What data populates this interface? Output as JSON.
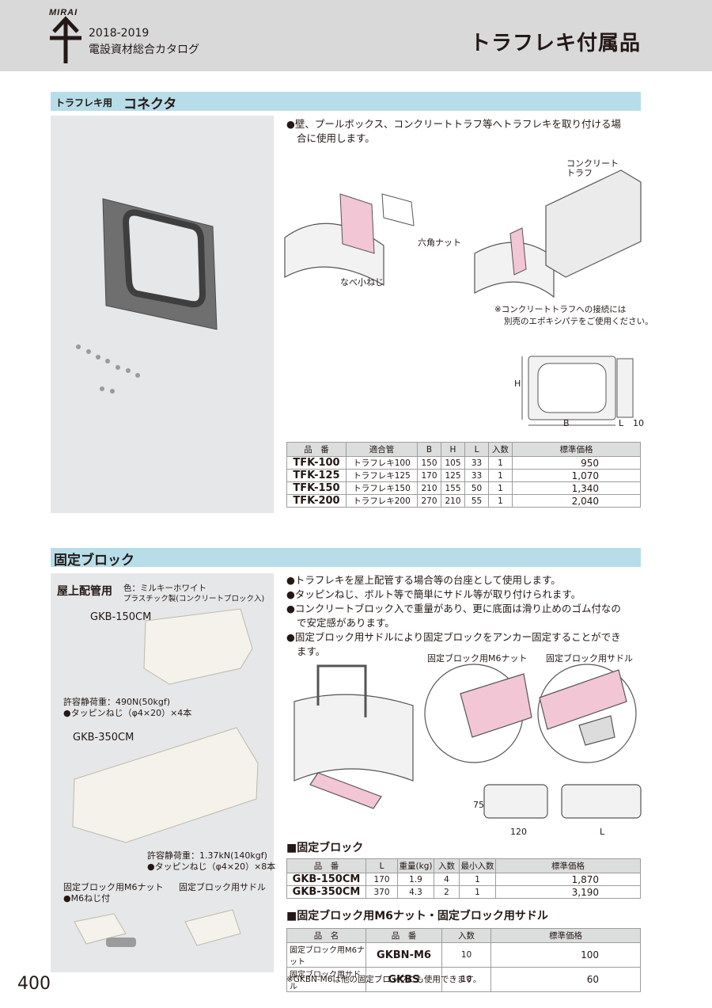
{
  "header": {
    "logo_text": "MIRAI",
    "year": "2018-2019",
    "catalog": "電設資材総合カタログ",
    "title": "トラフレキ付属品"
  },
  "connector": {
    "section_small": "トラフレキ用",
    "section_big": "コネクタ",
    "description_1": "●壁、プールボックス、コンクリートトラフ等へトラフレキを取り付ける場",
    "description_2": "合に使用します。",
    "label_trough_1": "コンクリート",
    "label_trough_2": "トラフ",
    "label_nut": "六角ナット",
    "label_screw": "なべ小ねじ",
    "note_1": "※コンクリートトラフへの接続には",
    "note_2": "別売のエポキシパテをご使用ください。",
    "dim_h": "H",
    "dim_b": "B",
    "dim_l": "L",
    "dim_10": "10",
    "table": {
      "headers": [
        "品　番",
        "適合管",
        "B",
        "H",
        "L",
        "入数",
        "標準価格"
      ],
      "rows": [
        [
          "TFK-100",
          "トラフレキ100",
          "150",
          "105",
          "33",
          "1",
          "950"
        ],
        [
          "TFK-125",
          "トラフレキ125",
          "170",
          "125",
          "33",
          "1",
          "1,070"
        ],
        [
          "TFK-150",
          "トラフレキ150",
          "210",
          "155",
          "50",
          "1",
          "1,340"
        ],
        [
          "TFK-200",
          "トラフレキ200",
          "270",
          "210",
          "55",
          "1",
          "2,040"
        ]
      ]
    }
  },
  "block": {
    "section_title": "固定ブロック",
    "roof_label": "屋上配管用",
    "color_line_1": "色：ミルキーホワイト",
    "color_line_2": "プラスチック製(コンクリートブロック入)",
    "model_1": "GKB-150CM",
    "load_1": "許容静荷重：490N(50kgf)",
    "screw_1": "●タッピンねじ（φ4×20）×4本",
    "model_2": "GKB-350CM",
    "load_2": "許容静荷重：1.37kN(140kgf)",
    "screw_2": "●タッピンねじ（φ4×20）×8本",
    "nut_label": "固定ブロック用M6ナット",
    "nut_sub": "●M6ねじ付",
    "saddle_label": "固定ブロック用サドル",
    "desc_1": "●トラフレキを屋上配管する場合等の台座として使用します。",
    "desc_2": "●タッピンねじ、ボルト等で簡単にサドル等が取り付けられます。",
    "desc_3": "●コンクリートブロック入で重量があり、更に底面は滑り止めのゴム付なの",
    "desc_4": "で安定感があります。",
    "desc_5": "●固定ブロック用サドルにより固定ブロックをアンカー固定することができ",
    "desc_6": "ます。",
    "diag_nut": "固定ブロック用M6ナット",
    "diag_saddle": "固定ブロック用サドル",
    "dim_75": "75",
    "dim_120": "120",
    "dim_l": "L",
    "table1_title": "■固定ブロック",
    "table1": {
      "headers": [
        "品　番",
        "L",
        "重量(kg)",
        "入数",
        "最小入数",
        "標準価格"
      ],
      "rows": [
        [
          "GKB-150CM",
          "170",
          "1.9",
          "4",
          "1",
          "1,870"
        ],
        [
          "GKB-350CM",
          "370",
          "4.3",
          "2",
          "1",
          "3,190"
        ]
      ]
    },
    "table2_title": "■固定ブロック用M6ナット・固定ブロック用サドル",
    "table2": {
      "headers": [
        "品　名",
        "品　番",
        "入数",
        "標準価格"
      ],
      "rows": [
        [
          "固定ブロック用M6ナット",
          "GKBN-M6",
          "10",
          "100"
        ],
        [
          "固定ブロック用サドル",
          "GKBS",
          "10",
          "60"
        ]
      ]
    },
    "footnote": "※GKBN-M6は他の固定ブロックにも使用できます。"
  },
  "page_number": "400",
  "colors": {
    "header_bg": "#d9d9da",
    "section_bar": "#b7dde8",
    "photo_bg": "#e6e7e8",
    "accent_pink": "#f2c6d4"
  }
}
